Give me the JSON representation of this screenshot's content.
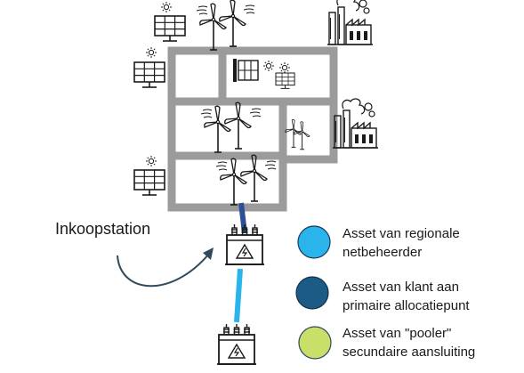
{
  "station_label": "Inkoopstation",
  "legend": [
    {
      "line1": "Asset van regionale",
      "line2": "netbeheerder",
      "color": "#29b5ec"
    },
    {
      "line1": "Asset van klant aan",
      "line2": "primaire allocatiepunt",
      "color": "#1b5b86"
    },
    {
      "line1": "Asset van \"pooler\"",
      "line2": "secundaire aansluiting",
      "color": "#c8df6a"
    }
  ],
  "colors": {
    "grid": "#9b9b9b",
    "regional_cable": "#29b5ec",
    "customer_cable": "#2d4f96",
    "icon_stroke": "#1a1a1a",
    "arrow": "#2e4a5c"
  },
  "icons": [
    "solar-panel-icon",
    "wind-turbine-icon",
    "factory-icon",
    "transformer-icon",
    "sun-icon",
    "curved-arrow-icon"
  ]
}
